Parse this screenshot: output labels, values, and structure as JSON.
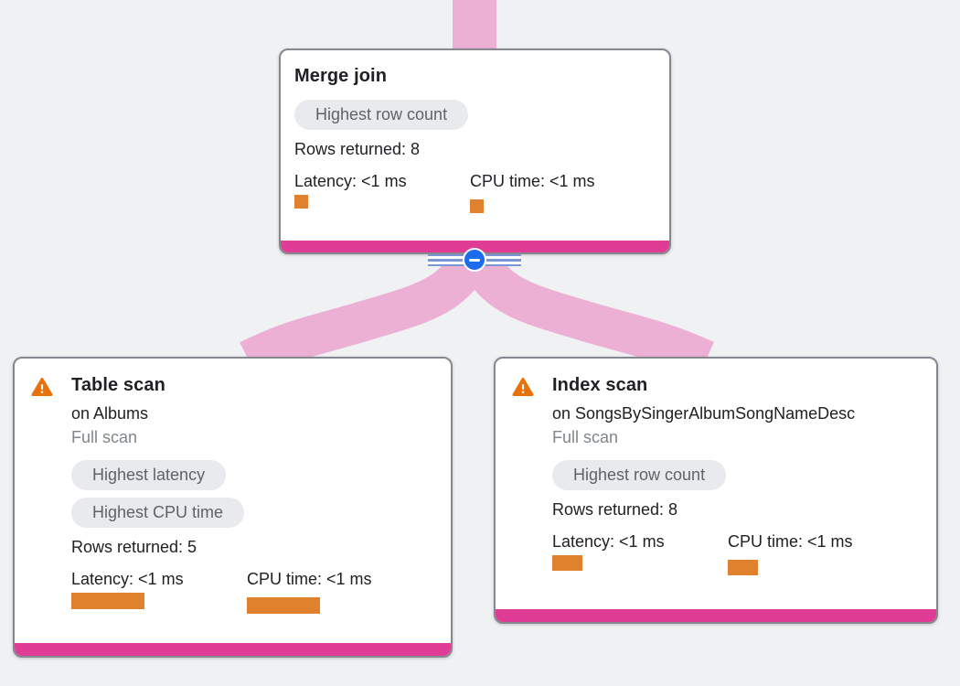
{
  "theme": {
    "bg": "#f0f1f3",
    "edge": "#ecb0d5",
    "accent": "#e03c96",
    "bar": "#e0812d",
    "warning": "#e8710a",
    "pillBg": "#e8eaed",
    "pillText": "#5f6368",
    "text": "#202124",
    "muted": "#80868b",
    "border": "#85898f",
    "blue": "#1c6ded",
    "stripe": "#7b96d8"
  },
  "nodes": [
    {
      "id": "merge-join",
      "title": "Merge join",
      "badges": [
        "Highest row count"
      ],
      "rows_returned": "Rows returned: 8",
      "latency": "Latency: <1 ms",
      "cpu_time": "CPU time: <1 ms",
      "latency_bar": "width:15px;height:15px",
      "cpu_bar": "width:15px;height:15px"
    },
    {
      "id": "table-scan",
      "title": "Table scan",
      "subtitle": "on Albums",
      "scan_type": "Full scan",
      "badges": [
        "Highest latency",
        "Highest CPU time"
      ],
      "rows_returned": "Rows returned: 5",
      "latency": "Latency: <1 ms",
      "cpu_time": "CPU time: <1 ms",
      "latency_bar": "width:80px;height:18px",
      "cpu_bar": "width:80px;height:18px"
    },
    {
      "id": "index-scan",
      "title": "Index scan",
      "subtitle": "on SongsBySingerAlbumSongNameDesc",
      "scan_type": "Full scan",
      "badges": [
        "Highest row count"
      ],
      "rows_returned": "Rows returned: 8",
      "latency": "Latency: <1 ms",
      "cpu_time": "CPU time: <1 ms",
      "latency_bar": "width:33px;height:17px",
      "cpu_bar": "width:33px;height:17px"
    }
  ],
  "edges": [
    {
      "from": "merge-join",
      "to": "table-scan"
    },
    {
      "from": "merge-join",
      "to": "index-scan"
    }
  ],
  "collapse_button": {
    "icon": "minus"
  }
}
